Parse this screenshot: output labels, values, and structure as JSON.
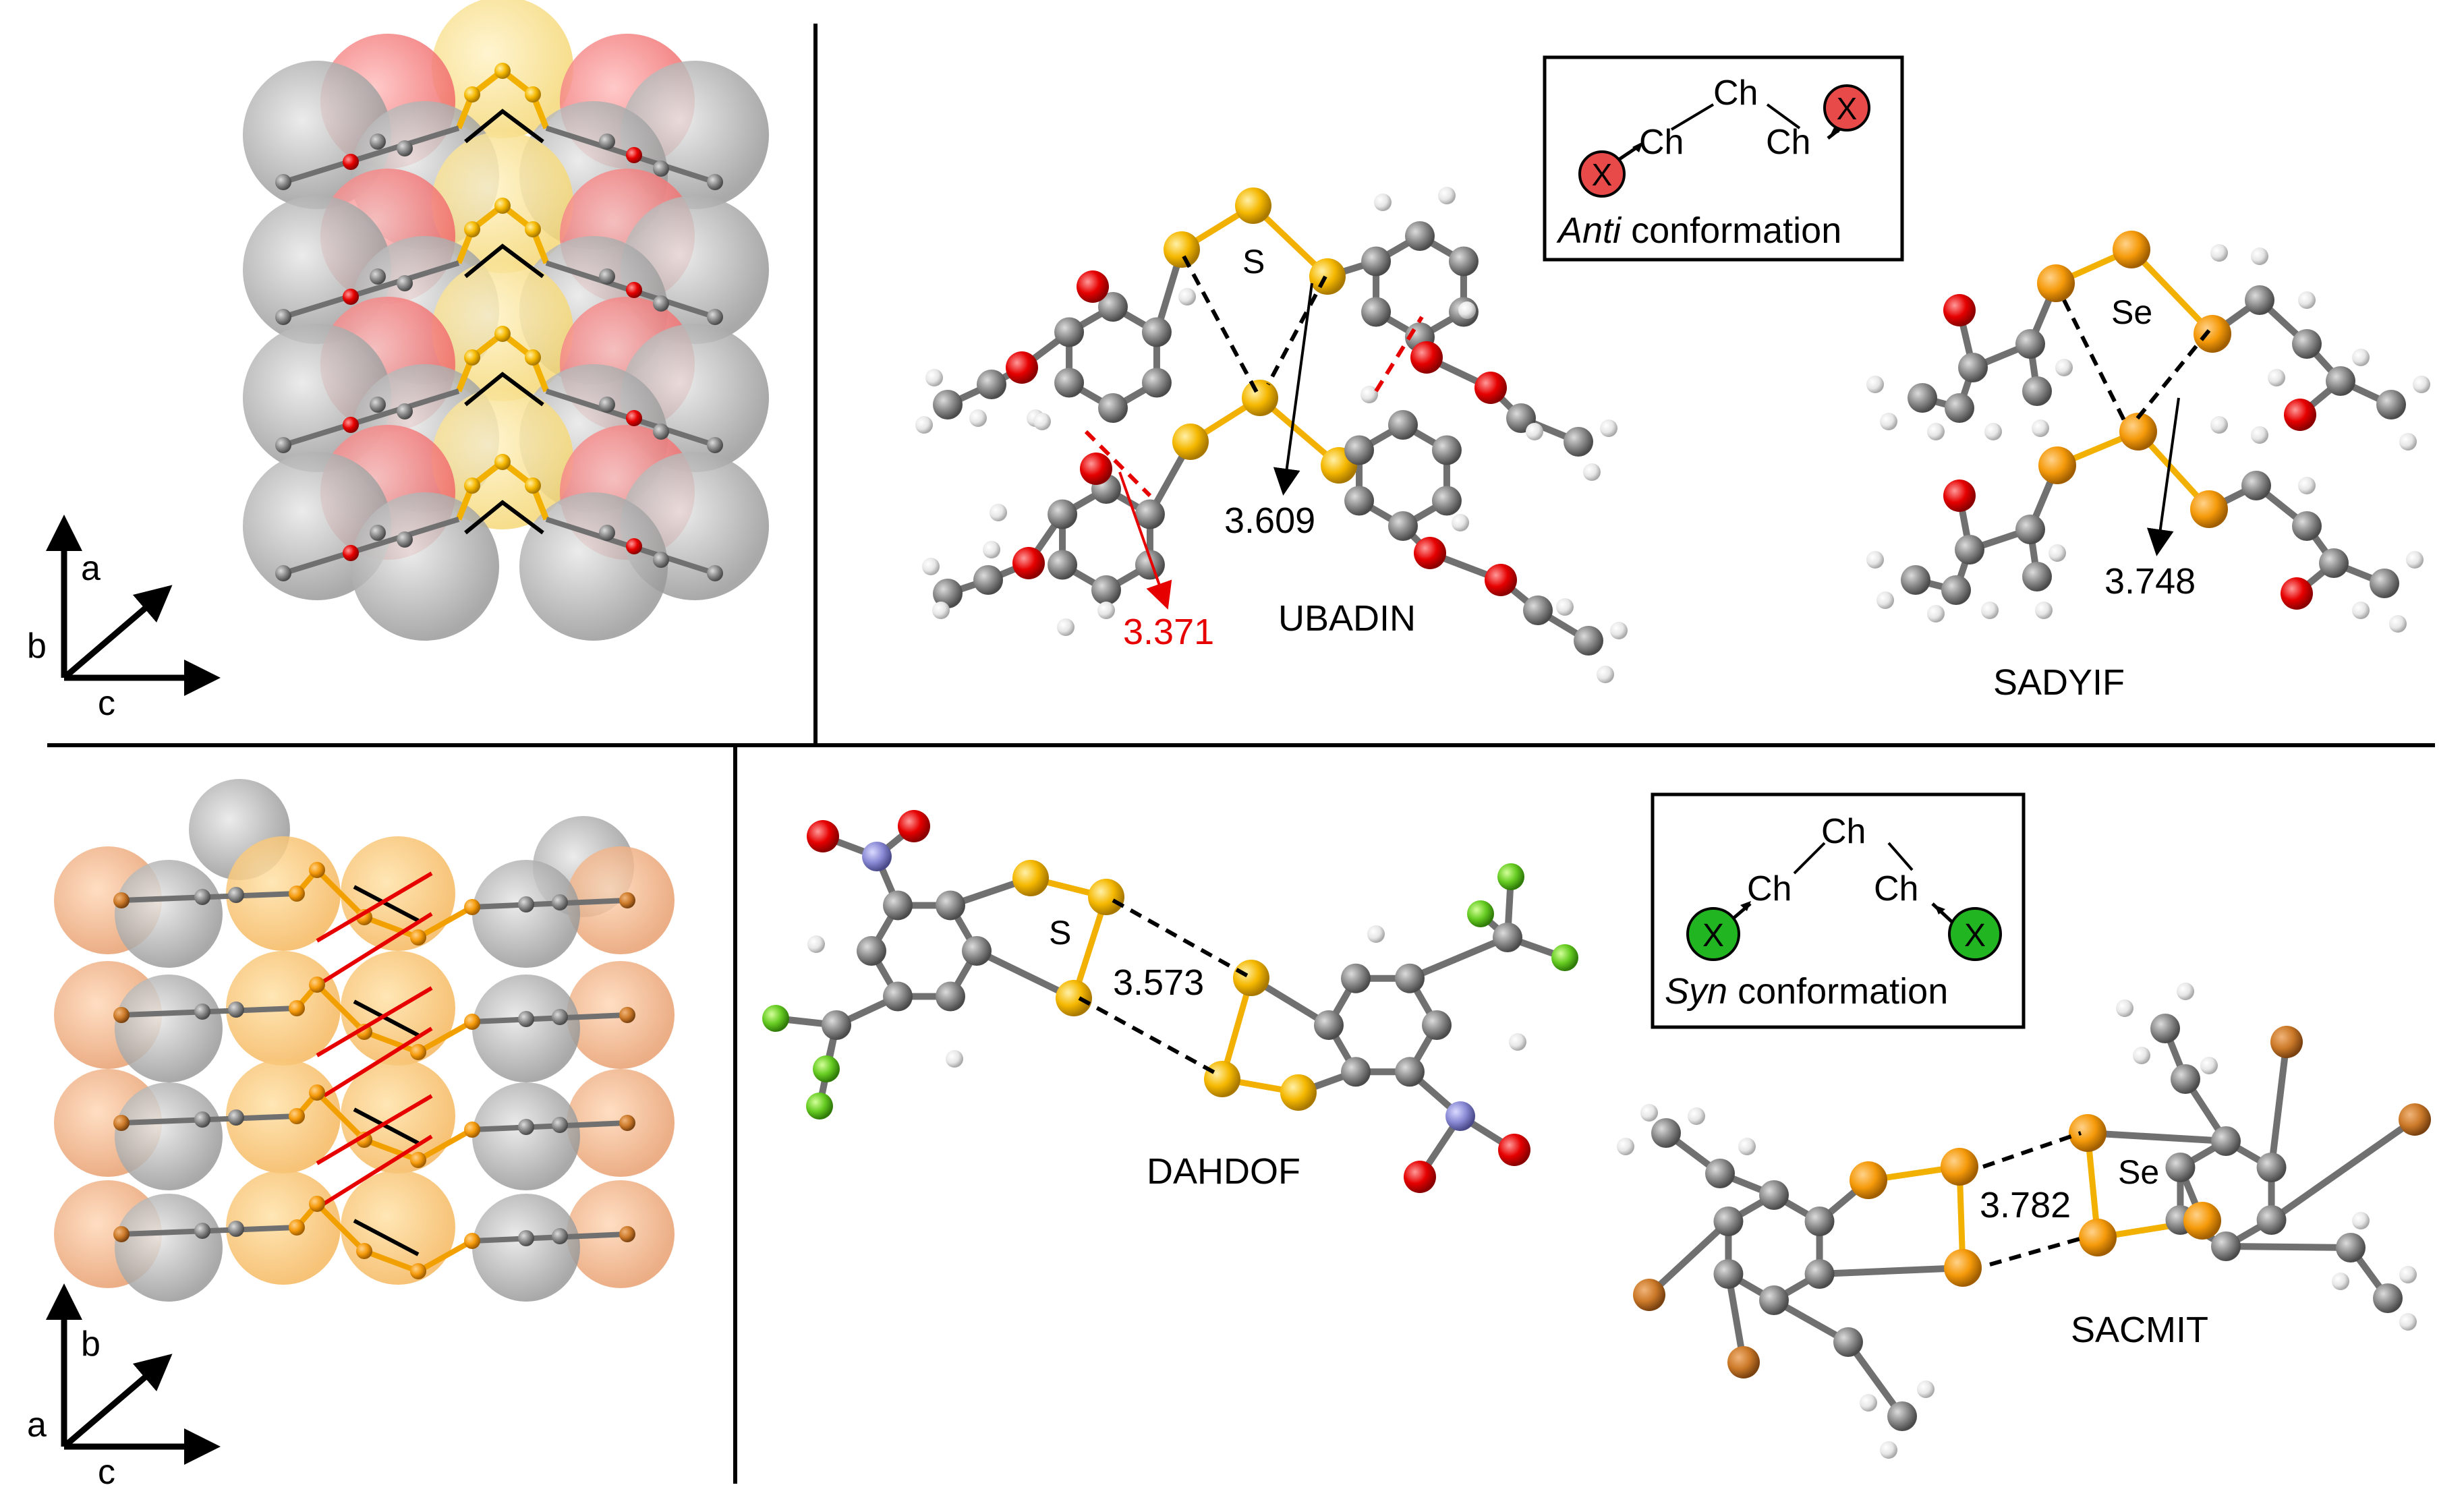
{
  "colors": {
    "carbon": "#808080",
    "hydrogen": "#f2f2f2",
    "oxygen": "#e60000",
    "sulfur": "#f5b800",
    "selenium": "#f59a0a",
    "bromine": "#cc7a29",
    "fluorine": "#66cc22",
    "nitrogen": "#8a8ad6",
    "bond_chalcogen": "#f5b800",
    "contact_red": "#e60000",
    "anti_circle": "#e84a4a",
    "syn_circle": "#22b522",
    "axis": "#000000"
  },
  "panel_top_left": {
    "axes": {
      "vertical": "b",
      "diagonal": "a",
      "horizontal": "c"
    }
  },
  "panel_bottom_left": {
    "axes": {
      "vertical": "a",
      "diagonal": "b",
      "horizontal": "c"
    }
  },
  "anti_box": {
    "top": "Ch",
    "left": "Ch",
    "right": "Ch",
    "group": "X",
    "caption_italic": "Anti",
    "caption_rest": " conformation",
    "circle_color": "anti"
  },
  "syn_box": {
    "top": "Ch",
    "left": "Ch",
    "right": "Ch",
    "group": "X",
    "caption_italic": "Syn",
    "caption_rest": " conformation",
    "circle_color": "syn"
  },
  "ubadin": {
    "name": "UBADIN",
    "atom_label": "S",
    "distance_black": "3.609",
    "distance_red": "3.371"
  },
  "sadyif": {
    "name": "SADYIF",
    "atom_label": "Se",
    "distance": "3.748"
  },
  "dahdof": {
    "name": "DAHDOF",
    "atom_label": "S",
    "distance": "3.573"
  },
  "sacmit": {
    "name": "SACMIT",
    "atom_label": "Se",
    "distance": "3.782"
  }
}
